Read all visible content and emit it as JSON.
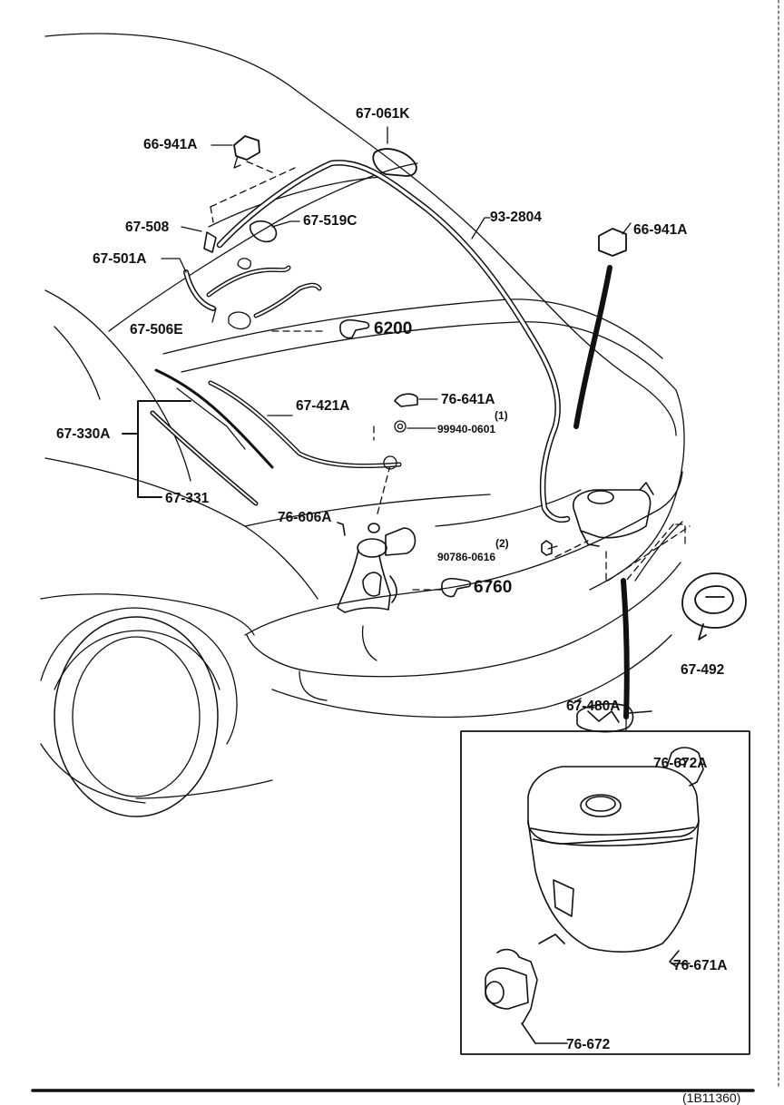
{
  "labels": {
    "l_67_061K": "67-061K",
    "l_66_941A_top": "66-941A",
    "l_66_941A_right": "66-941A",
    "l_93_2804": "93-2804",
    "l_67_508": "67-508",
    "l_67_519C": "67-519C",
    "l_67_501A": "67-501A",
    "l_67_506E": "67-506E",
    "l_67_421A": "67-421A",
    "l_76_641A": "76-641A",
    "l_qty1": "(1)",
    "l_99940_0601": "99940-0601",
    "l_67_330A": "67-330A",
    "l_67_331": "67-331",
    "l_76_606A": "76-606A",
    "l_qty2": "(2)",
    "l_90786_0616": "90786-0616",
    "l_67_492": "67-492",
    "l_67_480A": "67-480A",
    "l_76_672A": "76-672A",
    "l_76_671A": "76-671A",
    "l_76_672": "76-672"
  },
  "references": {
    "ref_6200": "6200",
    "ref_6760": "6760"
  },
  "footer": {
    "figure_id": "(1B11360)"
  },
  "icons": [
    "pointing-hand-icon"
  ]
}
